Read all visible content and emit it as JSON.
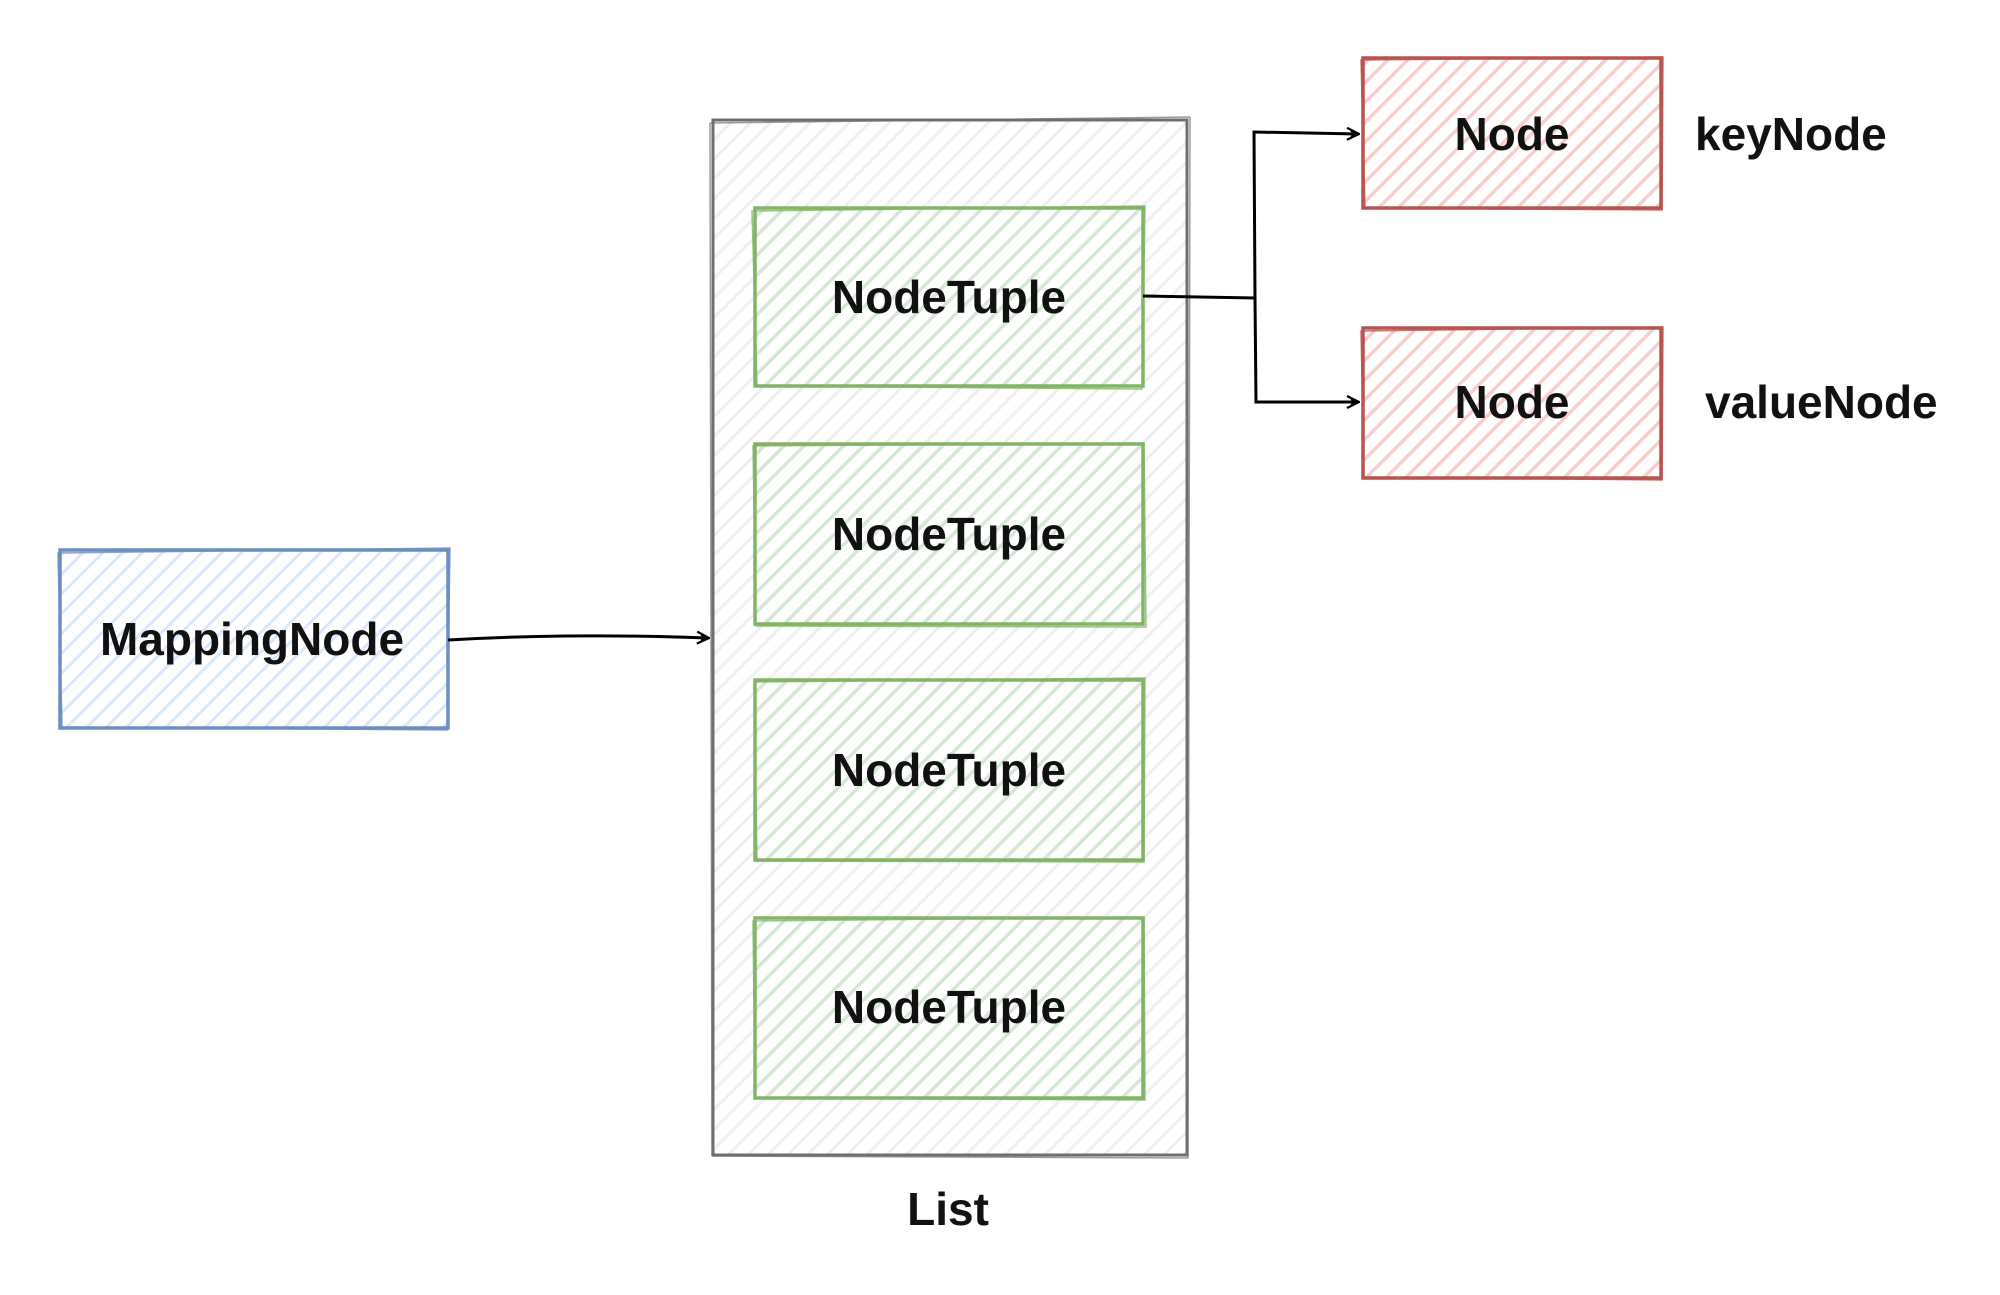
{
  "colors": {
    "mapping_stroke": "#6c8ebf",
    "mapping_fill": "#dae8fc",
    "list_stroke": "#6f6f6f",
    "list_fill": "#f2f2f2",
    "tuple_stroke": "#82b366",
    "tuple_fill": "#d5e8d4",
    "node_stroke": "#b85450",
    "node_fill": "#f8cecc",
    "edge": "#000000"
  },
  "nodes": {
    "mapping": {
      "label": "MappingNode"
    },
    "list": {
      "label": "List"
    },
    "tuples": [
      {
        "label": "NodeTuple"
      },
      {
        "label": "NodeTuple"
      },
      {
        "label": "NodeTuple"
      },
      {
        "label": "NodeTuple"
      }
    ],
    "key": {
      "label": "Node",
      "caption": "keyNode"
    },
    "value": {
      "label": "Node",
      "caption": "valueNode"
    }
  },
  "edges": [
    {
      "from": "MappingNode",
      "to": "List"
    },
    {
      "from": "NodeTuple",
      "to": "keyNode"
    },
    {
      "from": "NodeTuple",
      "to": "valueNode"
    }
  ]
}
